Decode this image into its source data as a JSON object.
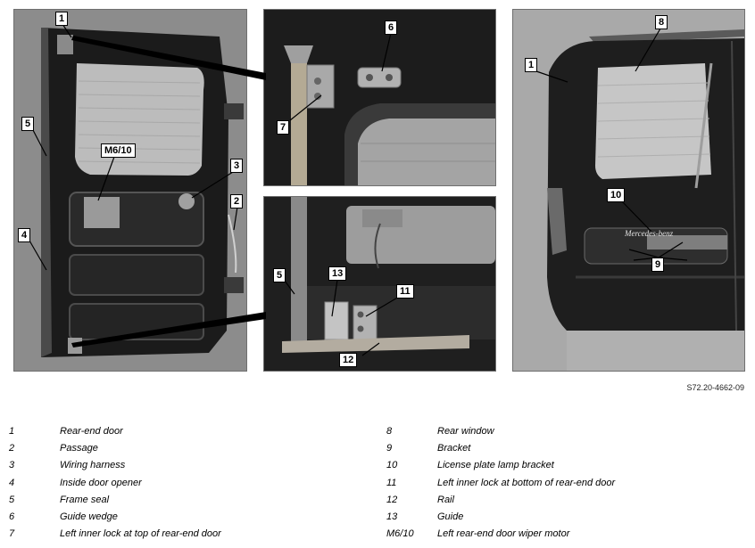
{
  "figure_code": "S72.20-4662-09",
  "callouts": {
    "c1a": "1",
    "c5a": "5",
    "m610": "M6/10",
    "c3": "3",
    "c2": "2",
    "c4": "4",
    "c6": "6",
    "c7": "7",
    "c5b": "5",
    "c13": "13",
    "c11": "11",
    "c12": "12",
    "c8": "8",
    "c1b": "1",
    "c10": "10",
    "c9": "9",
    "badge": "Mercedes-benz"
  },
  "legend_left": [
    {
      "num": "1",
      "text": "Rear-end door"
    },
    {
      "num": "2",
      "text": "Passage"
    },
    {
      "num": "3",
      "text": "Wiring harness"
    },
    {
      "num": "4",
      "text": "Inside door opener"
    },
    {
      "num": "5",
      "text": "Frame seal"
    },
    {
      "num": "6",
      "text": "Guide wedge"
    },
    {
      "num": "7",
      "text": "Left inner lock at top of rear-end door"
    }
  ],
  "legend_right": [
    {
      "num": "8",
      "text": "Rear window"
    },
    {
      "num": "9",
      "text": "Bracket"
    },
    {
      "num": "10",
      "text": "License plate lamp bracket"
    },
    {
      "num": "11",
      "text": "Left inner lock at bottom of rear-end door"
    },
    {
      "num": "12",
      "text": "Rail"
    },
    {
      "num": "13",
      "text": "Guide"
    },
    {
      "num": "M6/10",
      "text": "Left rear-end door wiper motor"
    }
  ]
}
